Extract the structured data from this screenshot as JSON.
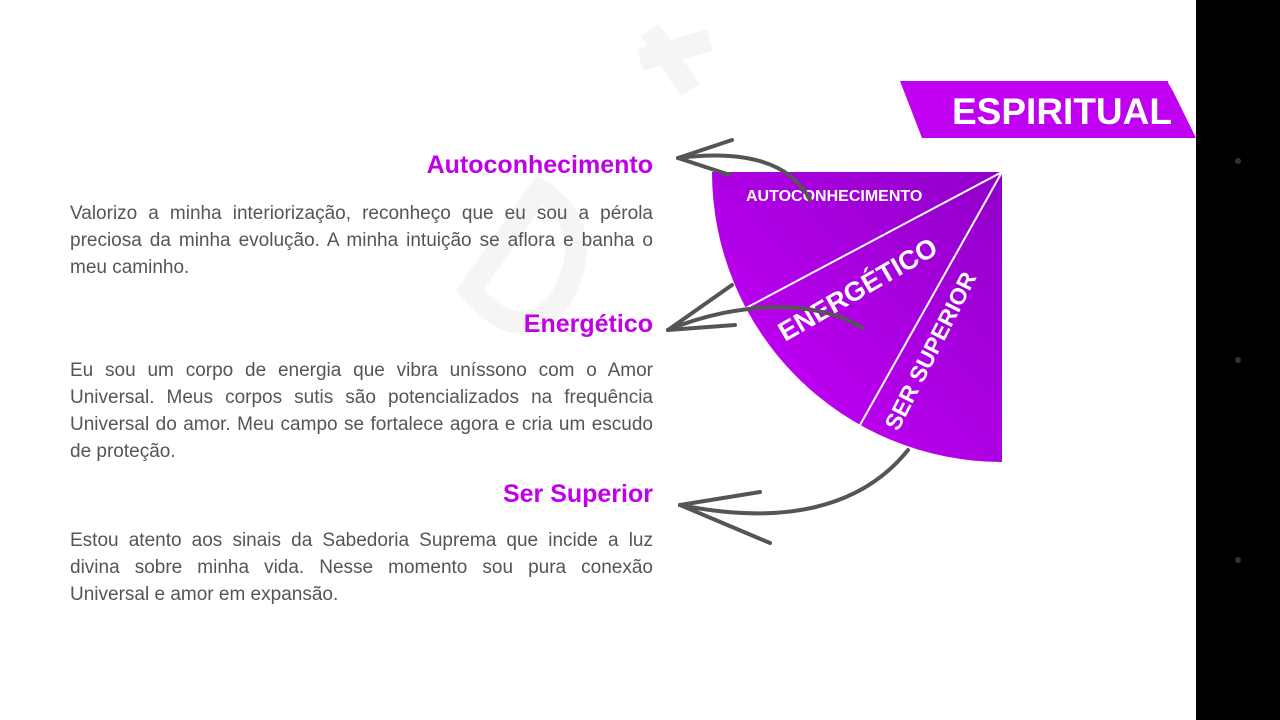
{
  "banner": {
    "title": "ESPIRITUAL"
  },
  "diagram": {
    "segments": [
      "AUTOCONHECIMENTO",
      "ENERGÉTICO",
      "SER SUPERIOR"
    ],
    "color": "#c000f0"
  },
  "sections": [
    {
      "title": "Autoconhecimento",
      "text": "Valorizo a minha interiorização, reconheço que eu sou a pérola preciosa da minha evolução. A minha intuição se aflora e banha o meu caminho."
    },
    {
      "title": "Energético",
      "text": "Eu sou um corpo de energia que vibra uníssono com o Amor Universal. Meus corpos sutis são potencializados na frequência Universal do amor. Meu campo se fortalece agora e cria um escudo de proteção."
    },
    {
      "title": "Ser Superior",
      "text": "Estou atento aos sinais da Sabedoria Suprema que incide a luz divina sobre minha vida. Nesse momento sou pura conexão Universal e amor em expansão."
    }
  ]
}
